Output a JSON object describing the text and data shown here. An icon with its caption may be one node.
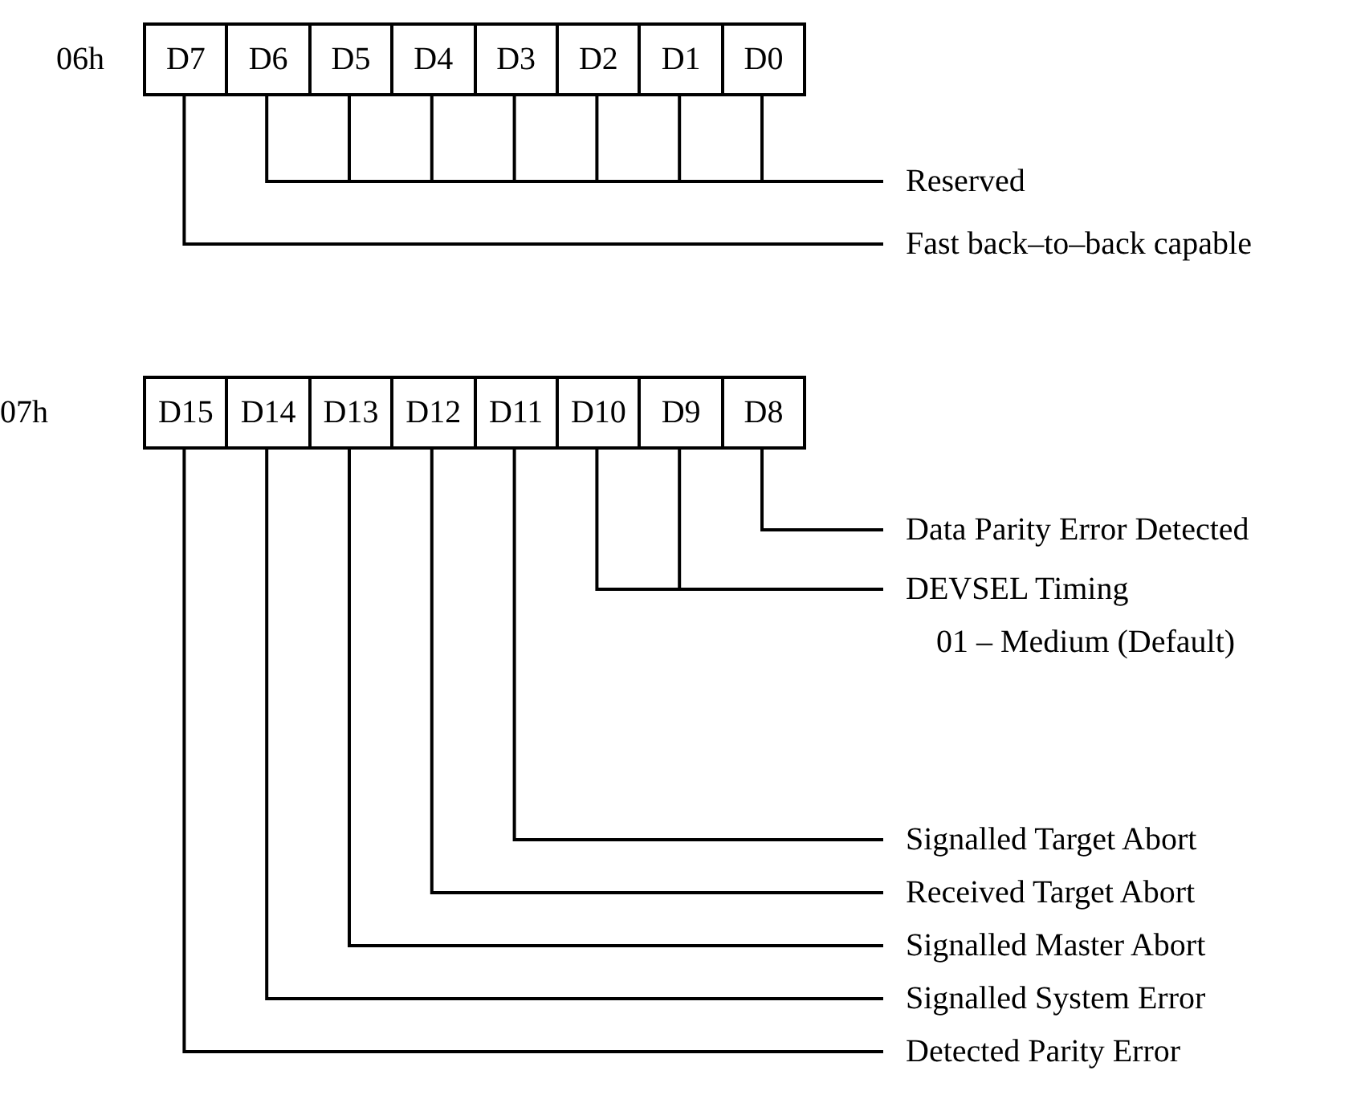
{
  "diagram": {
    "nodes": [
      {
        "text": [
          "D7"
        ]
      },
      {
        "text": [
          "D6"
        ]
      },
      {
        "text": [
          "D5"
        ]
      },
      {
        "text": [
          "D4"
        ]
      },
      {
        "text": [
          "D3"
        ]
      },
      {
        "text": [
          "D2"
        ]
      },
      {
        "text": [
          "D1"
        ]
      },
      {
        "text": [
          "D0"
        ]
      },
      {
        "text": [
          "Reserved"
        ]
      },
      {
        "text": [
          "Fast back–to–back capable"
        ]
      },
      {
        "text": [
          "D15"
        ]
      },
      {
        "text": [
          "D14"
        ]
      },
      {
        "text": [
          "D13"
        ]
      },
      {
        "text": [
          "D12"
        ]
      },
      {
        "text": [
          "D11"
        ]
      },
      {
        "text": [
          "D10"
        ]
      },
      {
        "text": [
          "D9"
        ]
      },
      {
        "text": [
          "D8"
        ]
      },
      {
        "text": [
          "Data Parity Error Detected"
        ]
      },
      {
        "text": [
          "DEVSEL Timing"
        ],
        "beside": [
          "01 – Medium (Default)"
        ]
      },
      {
        "text": [
          "Signalled Target Abort"
        ]
      },
      {
        "text": [
          "Received Target Abort"
        ]
      },
      {
        "text": [
          "Signalled Master Abort"
        ]
      },
      {
        "text": [
          "Signalled System Error"
        ]
      },
      {
        "text": [
          "Detected Parity Error"
        ]
      }
    ],
    "edges": [
      {
        "from": 1,
        "to": 8,
        "arrow": "none"
      },
      {
        "from": 2,
        "to": 8,
        "arrow": "none"
      },
      {
        "from": 3,
        "to": 8,
        "arrow": "none"
      },
      {
        "from": 4,
        "to": 8,
        "arrow": "none"
      },
      {
        "from": 5,
        "to": 8,
        "arrow": "none"
      },
      {
        "from": 6,
        "to": 8,
        "arrow": "none"
      },
      {
        "from": 7,
        "to": 8,
        "arrow": "none"
      },
      {
        "from": 0,
        "to": 9,
        "arrow": "none"
      },
      {
        "from": 17,
        "to": 18,
        "arrow": "none"
      },
      {
        "from": 15,
        "to": 19,
        "arrow": "none"
      },
      {
        "from": 16,
        "to": 19,
        "arrow": "none"
      },
      {
        "from": 14,
        "to": 20,
        "arrow": "none"
      },
      {
        "from": 13,
        "to": 21,
        "arrow": "none"
      },
      {
        "from": 12,
        "to": 22,
        "arrow": "none"
      },
      {
        "from": 11,
        "to": 23,
        "arrow": "none"
      },
      {
        "from": 10,
        "to": 24,
        "arrow": "none"
      }
    ],
    "labels": [
      "06h",
      "07h"
    ]
  }
}
